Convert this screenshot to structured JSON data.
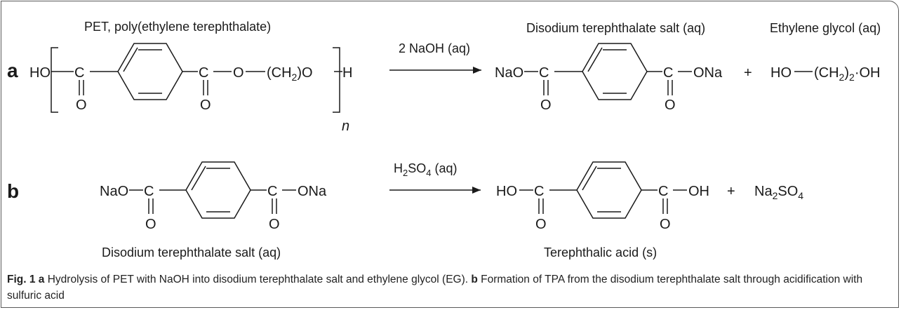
{
  "labels": {
    "pet": "PET, poly(ethylene terephthalate)",
    "disodium_top": "Disodium terephthalate salt (aq)",
    "eg": "Ethylene glycol (aq)",
    "disodium_bottom": "Disodium terephthalate salt (aq)",
    "tpa": "Terephthalic acid (s)"
  },
  "panels": {
    "a": "a",
    "b": "b"
  },
  "reagents": {
    "a_prefix": "2 NaOH (aq)",
    "b_h": "H",
    "b_2": "2",
    "b_so": "SO",
    "b_4": "4",
    "b_aq": " (aq)"
  },
  "atoms": {
    "ho": "HO",
    "c": "C",
    "o": "O",
    "ch2": "(CH",
    "sub2": "2",
    "ch2_close_o": ")O",
    "h": "H",
    "n": "n",
    "nao": "NaO",
    "ona": "ONa",
    "oh": "OH",
    "plus": "+",
    "eg_ho": "HO",
    "eg_ch2": "(CH",
    "eg_sub2": "2",
    "eg_close": ")",
    "eg_dot_oh": "·OH",
    "na2so4_na": "Na",
    "na2so4_2": "2",
    "na2so4_so": "SO",
    "na2so4_4": "4"
  },
  "caption": {
    "fig": "Fig. 1",
    "a": "a",
    "a_text": " Hydrolysis of PET with NaOH into disodium terephthalate salt and ethylene glycol (EG). ",
    "b": "b",
    "b_text": " Formation of TPA from the disodium terephthalate salt through acidification with sulfuric acid"
  }
}
